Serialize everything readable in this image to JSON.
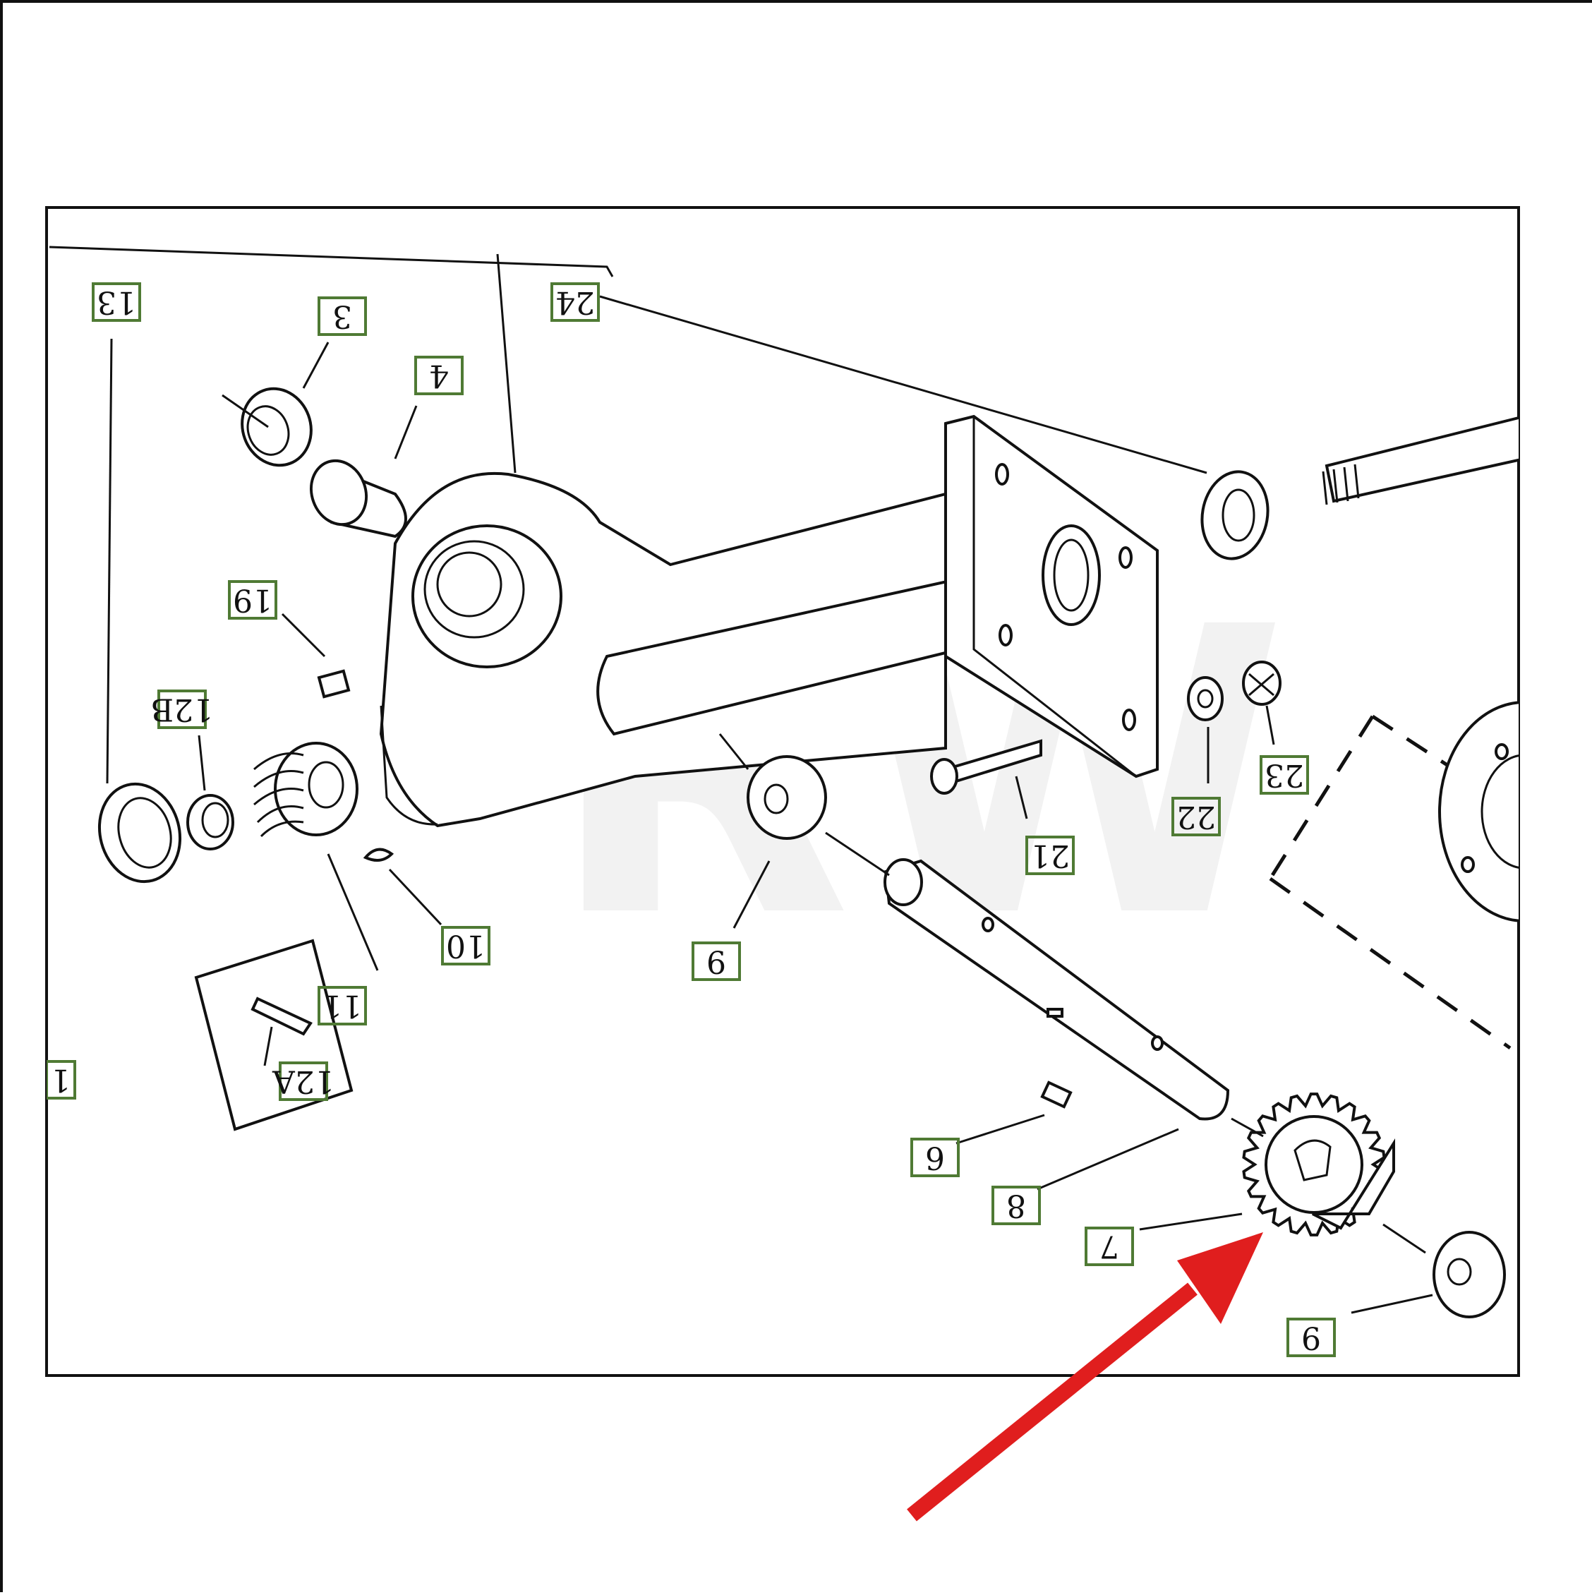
{
  "watermark": "RW",
  "labels": [
    {
      "id": "label-13",
      "text": "13"
    },
    {
      "id": "label-3",
      "text": "3"
    },
    {
      "id": "label-4",
      "text": "4"
    },
    {
      "id": "label-24",
      "text": "24"
    },
    {
      "id": "label-19",
      "text": "19"
    },
    {
      "id": "label-12b",
      "text": "12B"
    },
    {
      "id": "label-10",
      "text": "10"
    },
    {
      "id": "label-11",
      "text": "11"
    },
    {
      "id": "label-12a",
      "text": "12A"
    },
    {
      "id": "label-1",
      "text": "1"
    },
    {
      "id": "label-9-upper",
      "text": "9"
    },
    {
      "id": "label-21",
      "text": "21"
    },
    {
      "id": "label-22",
      "text": "22"
    },
    {
      "id": "label-23",
      "text": "23"
    },
    {
      "id": "label-6",
      "text": "6"
    },
    {
      "id": "label-8",
      "text": "8"
    },
    {
      "id": "label-7",
      "text": "7"
    },
    {
      "id": "label-9-lower",
      "text": "9"
    }
  ],
  "colors": {
    "callout_border": "#4f7a34",
    "arrow": "#e01e1e",
    "line": "#111111",
    "watermark": "#f2f2f2"
  }
}
